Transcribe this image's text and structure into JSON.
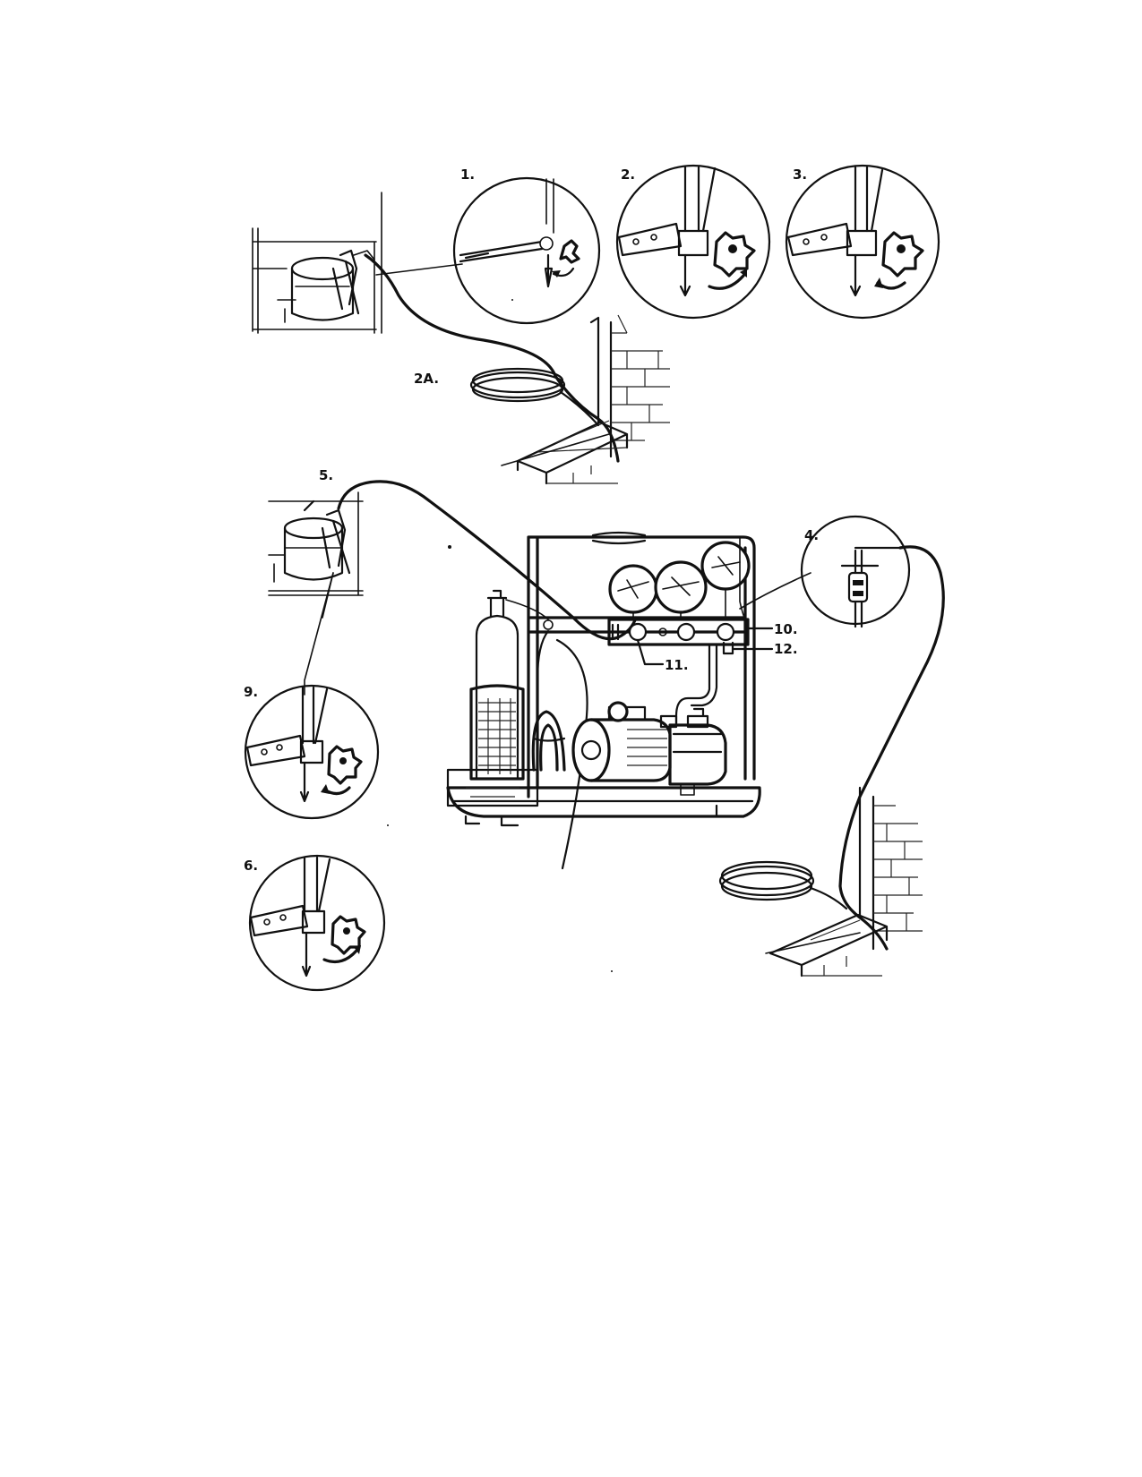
{
  "labels": {
    "step1": "1.",
    "step2": "2.",
    "step3": "3.",
    "step2a": "2A.",
    "step5": "5.",
    "step4": "4.",
    "step9": "9.",
    "step6": "6.",
    "part10": "10.",
    "part11": "11.",
    "part12": "12."
  },
  "colors": {
    "ink": "#111111",
    "paper": "#ffffff"
  }
}
